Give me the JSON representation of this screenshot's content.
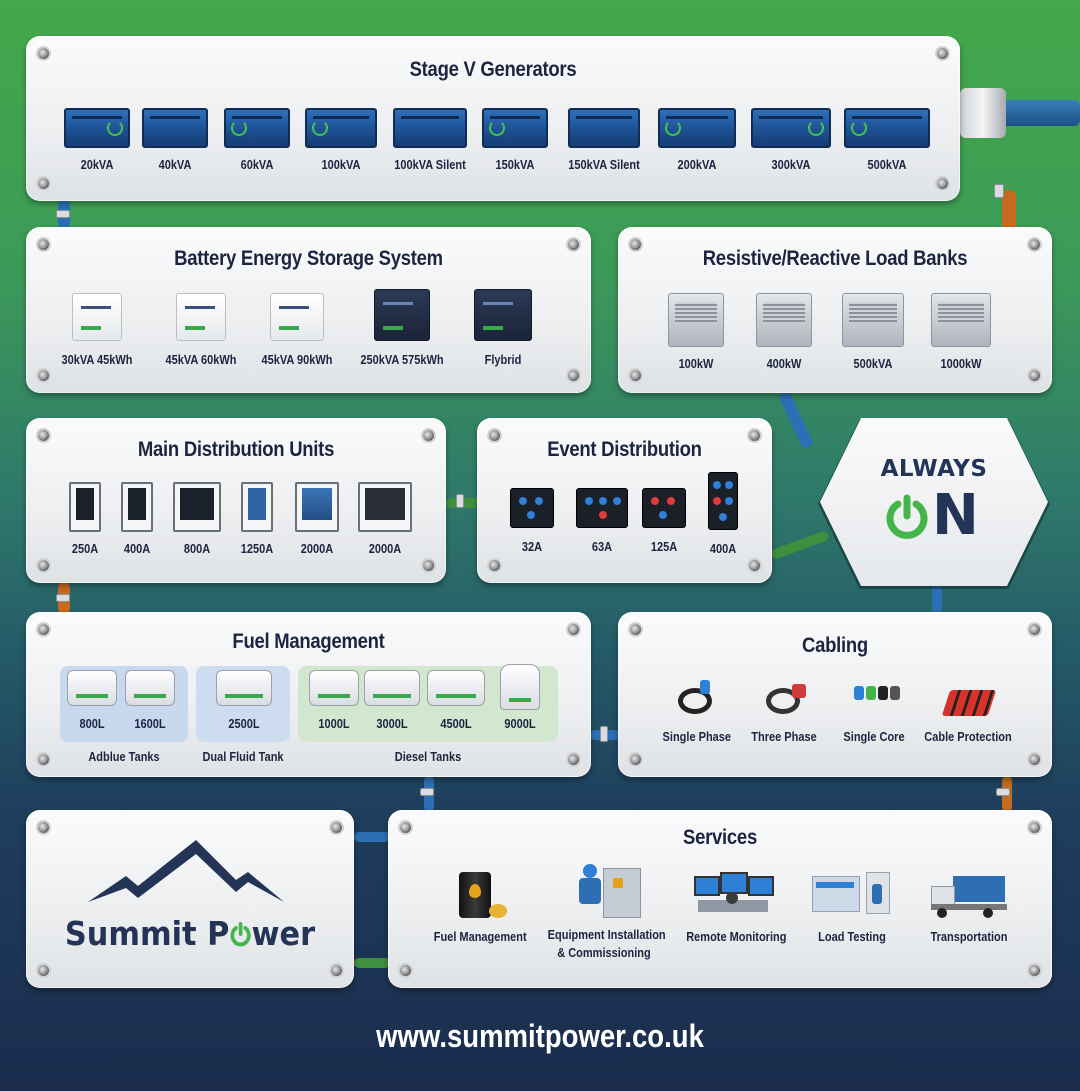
{
  "generators": {
    "title": "Stage V Generators",
    "items": [
      "20kVA",
      "40kVA",
      "60kVA",
      "100kVA",
      "100kVA Silent",
      "150kVA",
      "150kVA Silent",
      "200kVA",
      "300kVA",
      "500kVA"
    ]
  },
  "battery": {
    "title": "Battery Energy Storage System",
    "items": [
      "30kVA 45kWh",
      "45kVA 60kWh",
      "45kVA 90kWh",
      "250kVA 575kWh",
      "Flybrid"
    ]
  },
  "loadbanks": {
    "title": "Resistive/Reactive Load Banks",
    "items": [
      "100kW",
      "400kW",
      "500kVA",
      "1000kW"
    ]
  },
  "mdu": {
    "title": "Main Distribution Units",
    "items": [
      "250A",
      "400A",
      "800A",
      "1250A",
      "2000A",
      "2000A"
    ]
  },
  "event": {
    "title": "Event Distribution",
    "items": [
      "32A",
      "63A",
      "125A",
      "400A"
    ]
  },
  "always_on": {
    "line1": "ALWAYS",
    "line2_letter": "N"
  },
  "fuel": {
    "title": "Fuel Management",
    "groups": [
      {
        "label": "Adblue Tanks",
        "items": [
          "800L",
          "1600L"
        ],
        "color": "#c7d8ef"
      },
      {
        "label": "Dual Fluid Tank",
        "items": [
          "2500L"
        ],
        "color": "#cdddf0"
      },
      {
        "label": "Diesel Tanks",
        "items": [
          "1000L",
          "3000L",
          "4500L",
          "9000L"
        ],
        "color": "#d3e6d0"
      }
    ]
  },
  "cabling": {
    "title": "Cabling",
    "items": [
      "Single Phase",
      "Three Phase",
      "Single Core",
      "Cable Protection"
    ]
  },
  "brand": {
    "part1": "Summit P",
    "part2": "wer"
  },
  "services": {
    "title": "Services",
    "items": [
      "Fuel Management",
      "Equipment Installation",
      "& Commissioning",
      "Remote Monitoring",
      "Load Testing",
      "Transportation"
    ]
  },
  "footer": {
    "url": "www.summitpower.co.uk"
  },
  "colors": {
    "navy": "#1c2440",
    "green": "#43b54a",
    "brand_navy": "#243457"
  }
}
